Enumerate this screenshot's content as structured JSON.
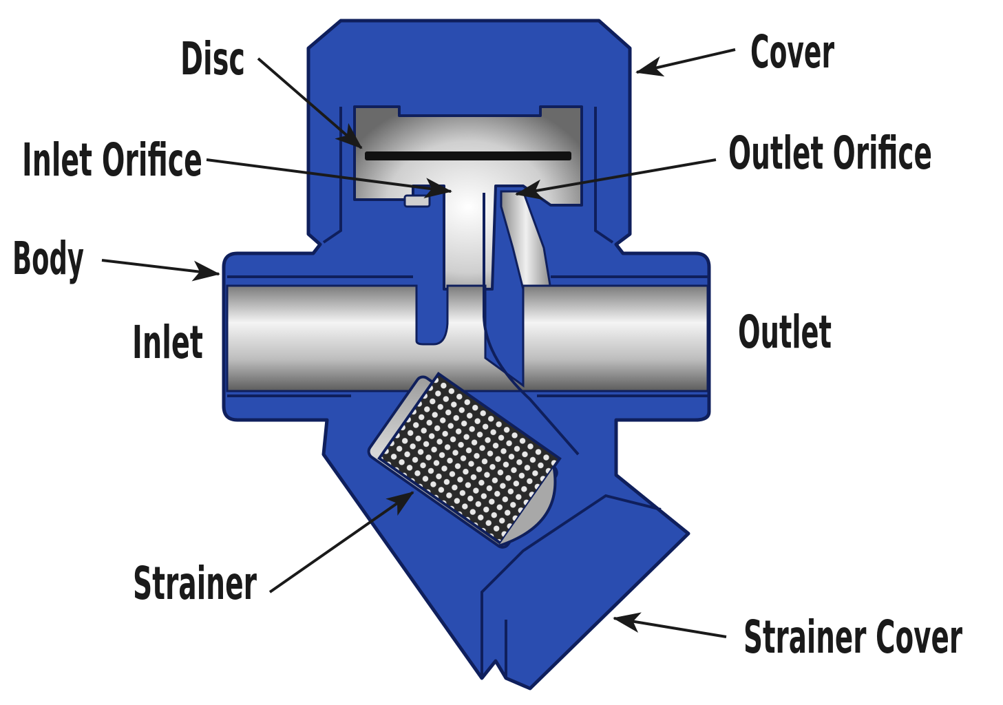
{
  "colors": {
    "body_blue": "#2a4db0",
    "outline": "#0f1f5c",
    "steel_light": "#f2f2f2",
    "steel_dark": "#6e6e6e",
    "arrow": "#1a1a1a"
  },
  "labels": {
    "disc": "Disc",
    "cover": "Cover",
    "inlet_orifice": "Inlet Orifice",
    "outlet_orifice": "Outlet Orifice",
    "body": "Body",
    "inlet": "Inlet",
    "outlet": "Outlet",
    "strainer": "Strainer",
    "strainer_cover": "Strainer Cover"
  }
}
